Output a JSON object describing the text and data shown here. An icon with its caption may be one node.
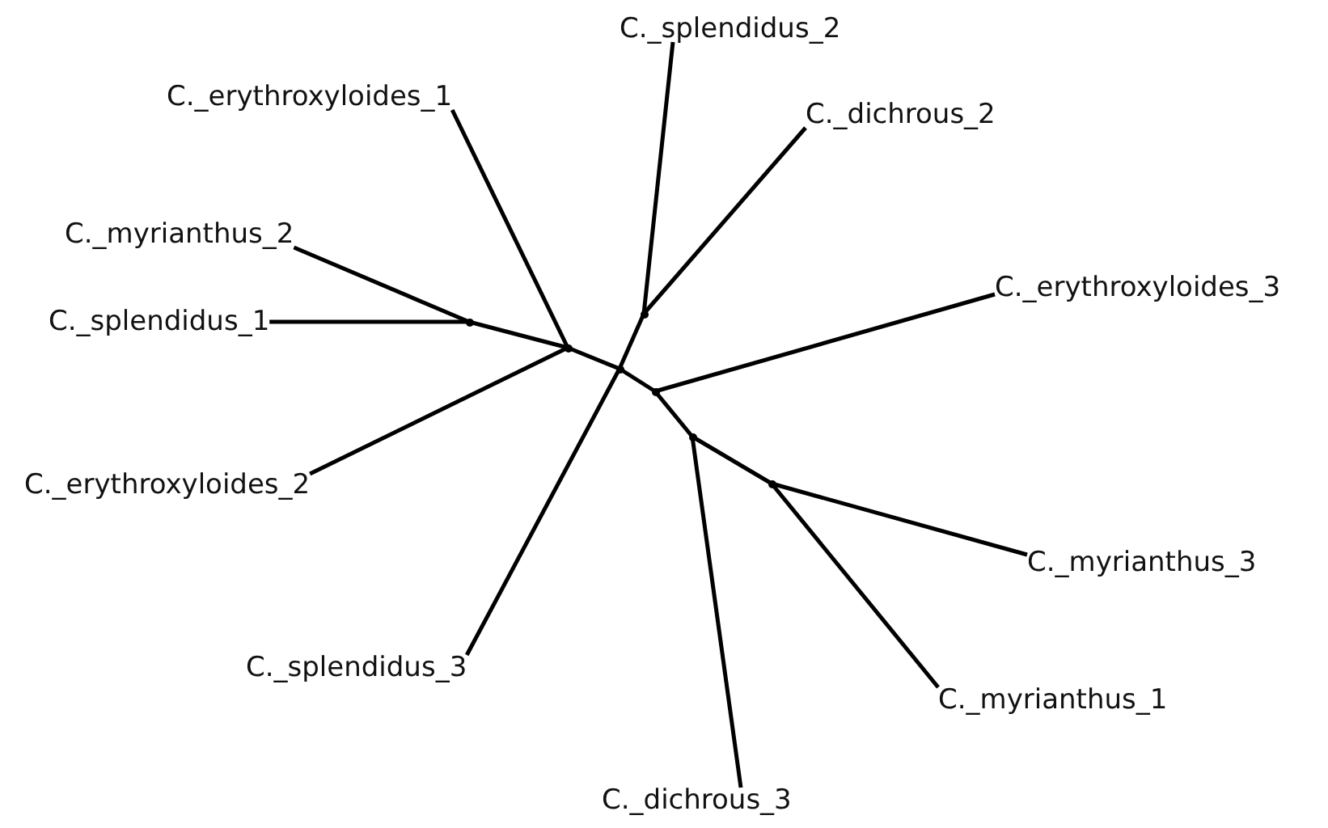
{
  "diagram": {
    "nodes": [
      {
        "text": [
          "C._splendidus_2"
        ]
      },
      {
        "text": [
          "C._erythroxyloides_1"
        ]
      },
      {
        "text": [
          "C._dichrous_2"
        ]
      },
      {
        "text": [
          "C._myrianthus_2"
        ]
      },
      {
        "text": [
          "C._erythroxyloides_3"
        ]
      },
      {
        "text": [
          "C._splendidus_1"
        ]
      },
      {
        "text": [
          "C._erythroxyloides_2"
        ]
      },
      {
        "text": [
          "C._myrianthus_3"
        ]
      },
      {
        "text": [
          "C._splendidus_3"
        ]
      },
      {
        "text": [
          "C._myrianthus_1"
        ]
      },
      {
        "text": [
          "C._dichrous_3"
        ]
      },
      {
        "text": [],
        "shape": "dot"
      },
      {
        "text": [],
        "shape": "dot"
      },
      {
        "text": [],
        "shape": "dot"
      },
      {
        "text": [],
        "shape": "dot"
      },
      {
        "text": [],
        "shape": "dot"
      },
      {
        "text": [],
        "shape": "dot"
      },
      {
        "text": [],
        "shape": "dot"
      }
    ],
    "edges": [
      {
        "from": 3,
        "to": 11,
        "arrow": "none"
      },
      {
        "from": 5,
        "to": 11,
        "arrow": "none"
      },
      {
        "from": 11,
        "to": 12,
        "arrow": "none"
      },
      {
        "from": 1,
        "to": 12,
        "arrow": "none"
      },
      {
        "from": 6,
        "to": 12,
        "arrow": "none"
      },
      {
        "from": 12,
        "to": 14,
        "arrow": "none"
      },
      {
        "from": 0,
        "to": 13,
        "arrow": "none"
      },
      {
        "from": 2,
        "to": 13,
        "arrow": "none"
      },
      {
        "from": 13,
        "to": 14,
        "arrow": "none"
      },
      {
        "from": 8,
        "to": 14,
        "arrow": "none"
      },
      {
        "from": 14,
        "to": 15,
        "arrow": "none"
      },
      {
        "from": 4,
        "to": 15,
        "arrow": "none"
      },
      {
        "from": 15,
        "to": 16,
        "arrow": "none"
      },
      {
        "from": 10,
        "to": 16,
        "arrow": "none"
      },
      {
        "from": 16,
        "to": 17,
        "arrow": "none"
      },
      {
        "from": 7,
        "to": 17,
        "arrow": "none"
      },
      {
        "from": 9,
        "to": 17,
        "arrow": "none"
      }
    ]
  }
}
